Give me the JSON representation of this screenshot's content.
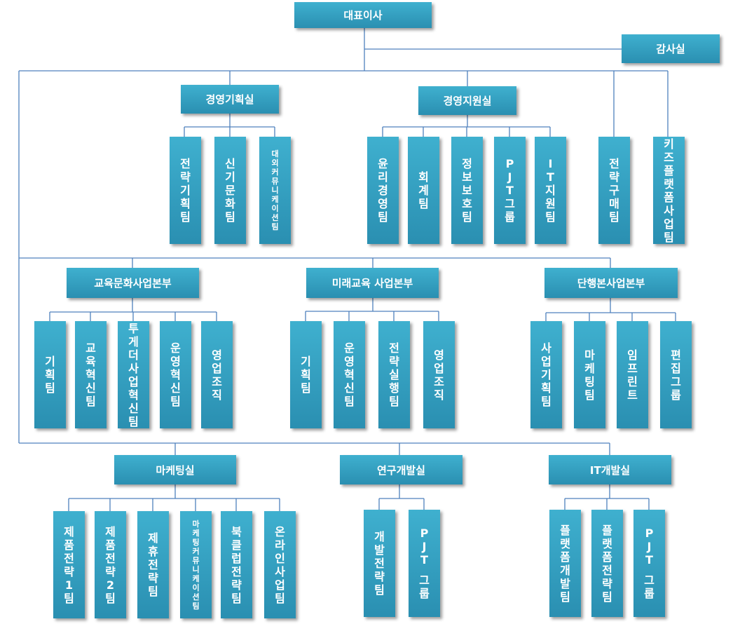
{
  "ceo": "대표이사",
  "audit": "감사실",
  "headers": {
    "planning": "경영기획실",
    "support": "경영지원실",
    "edu_culture": "교육문화사업본부",
    "future_edu": "미래교육 사업본부",
    "single_book": "단행본사업본부",
    "marketing": "마케팅실",
    "rnd": "연구개발실",
    "it_dev": "IT개발실"
  },
  "teams": {
    "planning": [
      "전략기획팀",
      "신기문화팀",
      "대외커뮤니케이션팀"
    ],
    "support": [
      "윤리경영팀",
      "회계팀",
      "정보보호팀",
      "PJT그룹",
      "IT지원팀"
    ],
    "standalone": [
      "전략구매팀",
      "키즈플랫폼사업팀"
    ],
    "edu_culture": [
      "기획팀",
      "교육혁신팀",
      "투게더사업혁신팀",
      "운영혁신팀",
      "영업조직"
    ],
    "future_edu": [
      "기획팀",
      "운영혁신팀",
      "전략실행팀",
      "영업조직"
    ],
    "single_book": [
      "사업기획팀",
      "마케팅팀",
      "임프린트",
      "편집그룹"
    ],
    "marketing": [
      "제품전략1팀",
      "제품전략2팀",
      "제휴전략팀",
      "마케팅커뮤니케이션팀",
      "북클럽전략팀",
      "온라인사업팀"
    ],
    "rnd": [
      "개발전략팀",
      "PJT 그룹"
    ],
    "it_dev": [
      "플랫폼개발팀",
      "플랫폼전략팀",
      "PJT 그룹"
    ]
  },
  "colors": {
    "box": "#2f9bbd",
    "line": "#4f81bd"
  }
}
